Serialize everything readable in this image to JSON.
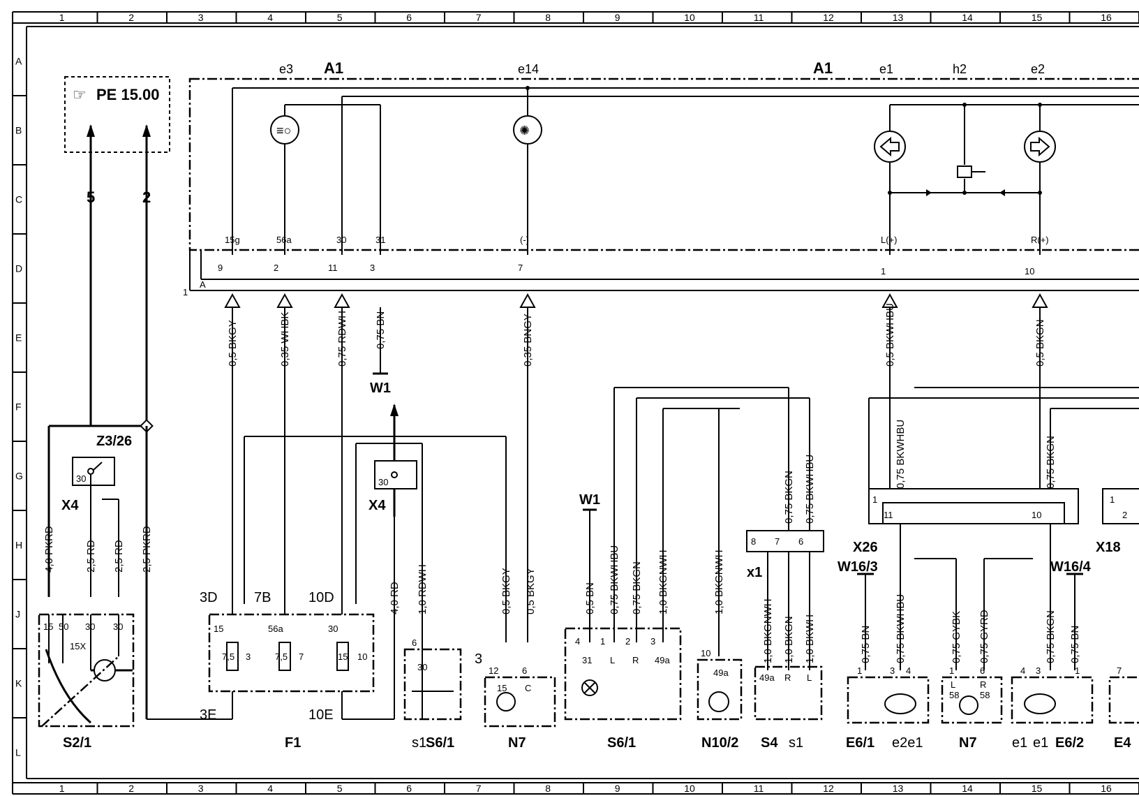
{
  "grid": {
    "columns": [
      "1",
      "2",
      "3",
      "4",
      "5",
      "6",
      "7",
      "8",
      "9",
      "10",
      "11",
      "12",
      "13",
      "14",
      "15",
      "16"
    ],
    "rows": [
      "A",
      "B",
      "C",
      "D",
      "E",
      "F",
      "G",
      "H",
      "J",
      "K",
      "L"
    ]
  },
  "reference": {
    "icon": "pointing-hand-icon",
    "text": "PE 15.00",
    "arrows": [
      "5",
      "2"
    ]
  },
  "instrument_cluster": {
    "label_left": "A1",
    "label_right": "A1",
    "elements": [
      {
        "label": "e3",
        "icon": "headlamp-high-beam-icon"
      },
      {
        "label": "e14",
        "icon": "illumination-lamp-icon"
      },
      {
        "label": "e1",
        "icon": "left-turn-indicator-icon"
      },
      {
        "label": "h2",
        "icon": "buzzer-icon"
      },
      {
        "label": "e2",
        "icon": "right-turn-indicator-icon"
      }
    ],
    "pins": [
      "15g",
      "56a",
      "30",
      "31",
      "(-)",
      "L(+)",
      "R(+)"
    ],
    "pin_numbers": [
      "9",
      "2",
      "11",
      "3",
      "7",
      "1",
      "10"
    ],
    "connector_labels": [
      "1",
      "A"
    ]
  },
  "wires": [
    "0,5 BKGY",
    "0,35 WHBK",
    "0,75 RDWH",
    "0,75 BN",
    "0,35 BNGY",
    "0,5 BKWHBU",
    "0,5 BKGN",
    "4,0 PKRD",
    "2,5 RD",
    "2,5 RD",
    "2,5 PKRD",
    "4,0 RD",
    "1,0 RDWH",
    "0,5 BKGY",
    "0,5 BKGY",
    "0,5 BN",
    "0,75 BKWHBU",
    "0,75 BKGN",
    "1,0 BKGNWH",
    "1,0 BKGNWH",
    "0,75 BKGN",
    "0,75 BKWHBU",
    "1,0 BKGNWH",
    "1,0 BKGN",
    "1,0 BKWH",
    "0,75 BKWHBU",
    "0,75 BKGN",
    "0,75 BN",
    "0,75 BKWHBU",
    "0,75 GYBK",
    "0,75 GYRD",
    "0,75 BKGN",
    "0,75 BN"
  ],
  "components": {
    "S2_1": {
      "label": "S2/1",
      "pins": [
        "15",
        "50",
        "15X",
        "30",
        "30"
      ]
    },
    "F1": {
      "label": "F1",
      "fuses": [
        {
          "pin": "15",
          "rating": "7,5",
          "number": "3",
          "top": "3D",
          "bottom": "3E"
        },
        {
          "pin": "56a",
          "rating": "7,5",
          "number": "7",
          "top": "7B",
          "bottom": ""
        },
        {
          "pin": "30",
          "rating": "15",
          "number": "10",
          "top": "10D",
          "bottom": "10E"
        }
      ]
    },
    "Z3_26": {
      "label": "Z3/26"
    },
    "X4_left": {
      "label": "X4",
      "pin": "30"
    },
    "X4_right": {
      "label": "X4",
      "pin": "30"
    },
    "W1_top": {
      "label": "W1"
    },
    "W1_mid": {
      "label": "W1"
    },
    "S6_1_s1": {
      "label": "S6/1",
      "prefix": "s1",
      "pins": [
        "6",
        "30"
      ]
    },
    "N7_left": {
      "label": "N7",
      "pins": [
        "12",
        "6",
        "15",
        "C"
      ],
      "side": "3"
    },
    "S6_1": {
      "label": "S6/1",
      "pins": [
        "4",
        "1",
        "2",
        "3",
        "31",
        "L",
        "R",
        "49a"
      ]
    },
    "N10_2": {
      "label": "N10/2",
      "pins": [
        "10",
        "49a"
      ]
    },
    "S4": {
      "label": "S4",
      "suffix": "s1",
      "pins": [
        "49a",
        "R",
        "L"
      ]
    },
    "x1": {
      "label": "x1",
      "pins": [
        "8",
        "7",
        "6"
      ]
    },
    "X26": {
      "label": "X26",
      "pins": [
        "1",
        "11",
        "10"
      ]
    },
    "X18": {
      "label": "X18",
      "pins": [
        "1",
        "2"
      ]
    },
    "W16_3": {
      "label": "W16/3"
    },
    "W16_4": {
      "label": "W16/4"
    },
    "E6_1": {
      "label": "E6/1",
      "pins": [
        "1",
        "3",
        "4"
      ],
      "bulbs": "e2e1"
    },
    "N7_right": {
      "label": "N7",
      "pins": [
        "1",
        "6",
        "L",
        "R",
        "58",
        "58"
      ]
    },
    "E6_2": {
      "label": "E6/2",
      "pins": [
        "4",
        "3",
        "1"
      ],
      "bulbs_left": "e1",
      "bulbs_right": "e1"
    },
    "E4": {
      "label": "E4",
      "pins": [
        "7"
      ]
    }
  }
}
